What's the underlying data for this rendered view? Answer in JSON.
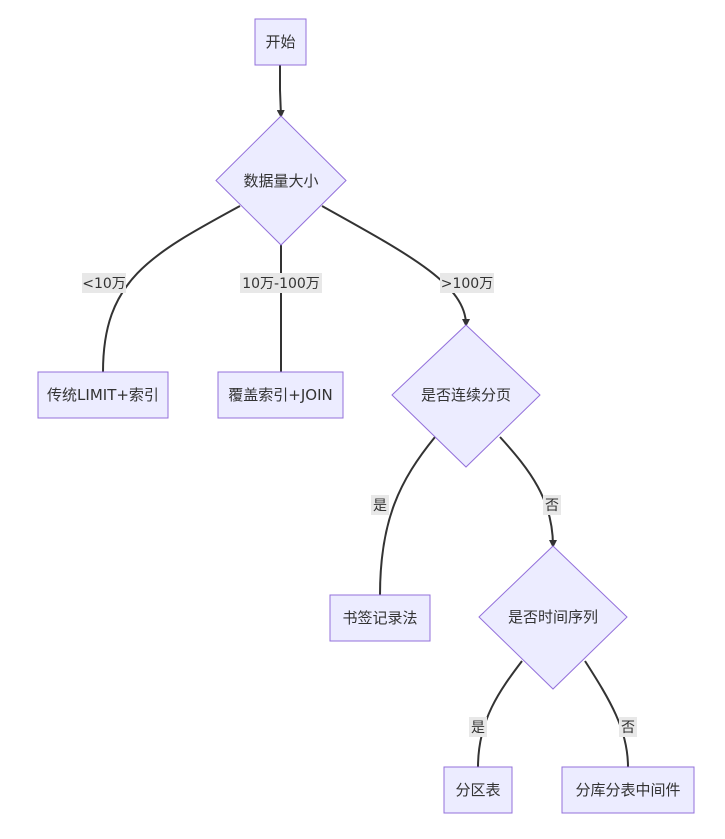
{
  "nodes": {
    "start": "开始",
    "data_size": "数据量大小",
    "traditional": "传统LIMIT+索引",
    "covering": "覆盖索引+JOIN",
    "continuous": "是否连续分页",
    "bookmark": "书签记录法",
    "time_series": "是否时间序列",
    "partition": "分区表",
    "sharding": "分库分表中间件"
  },
  "edges": {
    "lt10w": "<10万",
    "mid": "10万-100万",
    "gt100w": ">100万",
    "yes1": "是",
    "no1": "否",
    "yes2": "是",
    "no2": "否"
  },
  "colors": {
    "node_fill": "#ECECFF",
    "node_stroke": "#9370DB",
    "edge": "#333333",
    "label_bg": "#E8E8E8"
  }
}
